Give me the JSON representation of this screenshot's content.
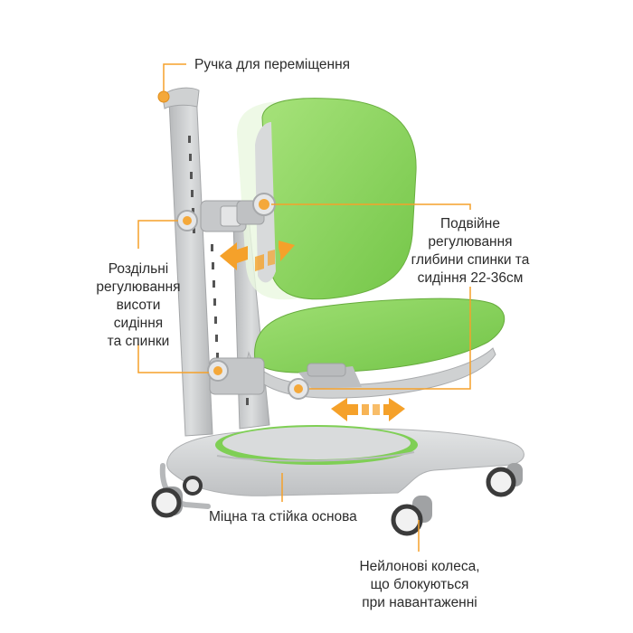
{
  "labels": {
    "handle": "Ручка для переміщення",
    "double_adjustment": [
      "Подвійне",
      "регулювання",
      "глибини спинки та",
      "сидіння 22-36см"
    ],
    "separate_adjustment": [
      "Роздільні",
      "регулювання",
      "висоти",
      "сидіння",
      "та спинки"
    ],
    "base": "Міцна та стійка основа",
    "wheels": [
      "Нейлонові колеса,",
      "що блокуються",
      "при навантаженні"
    ]
  },
  "colors": {
    "accent": "#f5a12a",
    "seat_green": "#8ad65a",
    "seat_green_dark": "#6fbf44",
    "frame_gray": "#c9cbcc",
    "frame_gray_dark": "#a9abad",
    "base_gray": "#d4d6d7"
  }
}
